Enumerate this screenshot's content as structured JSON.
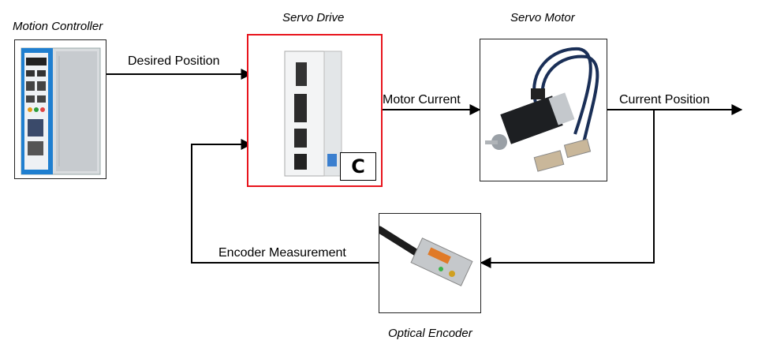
{
  "blocks": {
    "motion_controller": {
      "caption": "Motion Controller"
    },
    "servo_drive": {
      "caption": "Servo Drive",
      "badge": "C"
    },
    "servo_motor": {
      "caption": "Servo Motor"
    },
    "optical_encoder": {
      "caption": "Optical Encoder"
    }
  },
  "signals": {
    "desired_position": "Desired Position",
    "motor_current": "Motor Current",
    "current_position": "Current Position",
    "encoder_measurement": "Encoder Measurement"
  },
  "colors": {
    "highlight": "#e8141c",
    "controller_blue": "#1f7fd0",
    "wire": "#000000"
  }
}
